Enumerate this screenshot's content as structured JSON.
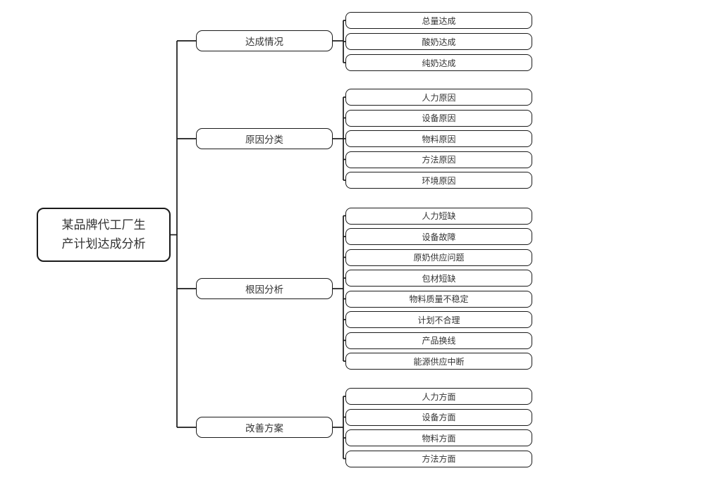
{
  "diagram": {
    "type": "mindmap-tree",
    "root": {
      "label": "某品牌代工厂生产计划达成分析",
      "label_lines": [
        "某品牌代工厂生",
        "产计划达成分析"
      ]
    },
    "branches": [
      {
        "label": "达成情况",
        "leaves": [
          "总量达成",
          "酸奶达成",
          "纯奶达成"
        ]
      },
      {
        "label": "原因分类",
        "leaves": [
          "人力原因",
          "设备原因",
          "物料原因",
          "方法原因",
          "环境原因"
        ]
      },
      {
        "label": "根因分析",
        "leaves": [
          "人力短缺",
          "设备故障",
          "原奶供应问题",
          "包材短缺",
          "物料质量不稳定",
          "计划不合理",
          "产品换线",
          "能源供应中断"
        ]
      },
      {
        "label": "改善方案",
        "leaves": [
          "人力方面",
          "设备方面",
          "物料方面",
          "方法方面"
        ]
      }
    ],
    "colors": {
      "background": "#ffffff",
      "node_fill": "#ffffff",
      "node_border": "#1a1a1a",
      "connector": "#1a1a1a",
      "text": "#333333"
    }
  }
}
